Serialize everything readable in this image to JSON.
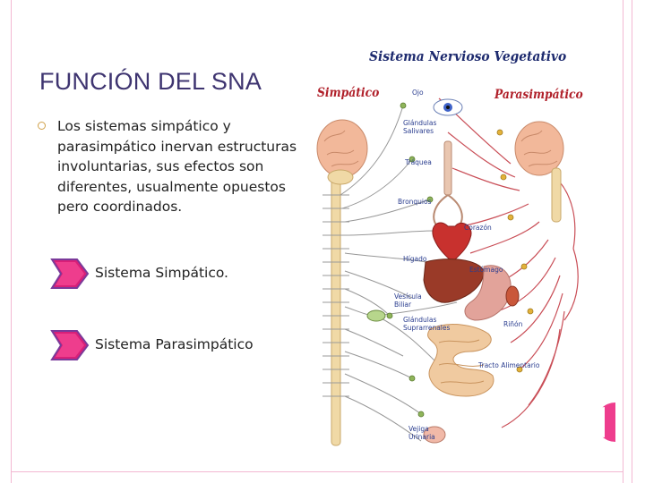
{
  "slide": {
    "title": "FUNCIÓN DEL SNA",
    "paragraph": "Los sistemas simpático y parasimpático inervan estructuras involuntarias, sus efectos son diferentes, usualmente opuestos pero coordinados.",
    "list_items": [
      {
        "label": "Sistema Simpático."
      },
      {
        "label": "Sistema  Parasimpático"
      }
    ]
  },
  "diagram": {
    "title": "Sistema Nervioso Vegetativo",
    "left_label": "Simpático",
    "right_label": "Parasimpático",
    "organs": {
      "ojo": "Ojo",
      "glandulas_salivares": "Glándulas\nSalivares",
      "traquea": "Tráquea",
      "bronquios": "Bronquios",
      "corazon": "Corazón",
      "higado": "Hígado",
      "estomago": "Estómago",
      "vesicula_biliar": "Vesícula\nBiliar",
      "glandulas_suprarrenales": "Glándulas\nSuprarrenales",
      "rinon": "Riñón",
      "tracto_alimentario": "Tracto Alimentario",
      "vejiga_urinaria": "Vejiga\nUrinaria"
    }
  },
  "colors": {
    "title": "#3e3470",
    "accent_pink": "#ee3d8d",
    "frame": "#f3b8d2",
    "bullet": "#d0a14a",
    "sympathetic": "#b0202a",
    "diagram_labels": "#2a3d8f"
  }
}
